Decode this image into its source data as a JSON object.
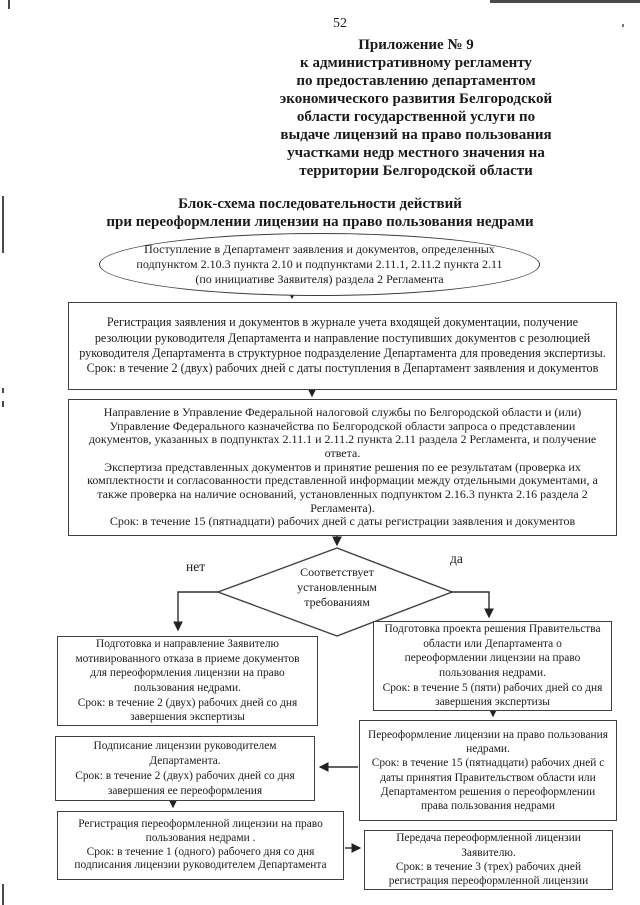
{
  "colors": {
    "paper": "#ffffff",
    "ink": "#1b1b1b",
    "line": "#2e2e2e",
    "border": "#3f3f3f"
  },
  "page": {
    "number": "52",
    "appendix": "Приложение № 9\nк административному регламенту\nпо предоставлению департаментом\nэкономического развития Белгородской\nобласти государственной услуги по\nвыдаче лицензий на право пользования\nучастками недр местного значения на\nтерритории Белгородской области",
    "title": "Блок-схема последовательности действий\nпри переоформлении лицензии на право пользования недрами"
  },
  "flow": {
    "start": "Поступление в Департамент заявления и документов, определенных подпунктом 2.10.3 пункта 2.10 и подпунктами 2.11.1, 2.11.2 пункта 2.11 (по инициативе Заявителя) раздела 2 Регламента",
    "registration": "Регистрация заявления и документов в журнале учета входящей документации, получение резолюции руководителя Департамента и направление поступивших документов с резолюцией руководителя Департамента в структурное подразделение Департамента для проведения экспертизы.\nСрок: в течение 2 (двух) рабочих дней с даты поступления в Департамент заявления и документов",
    "expertise": "Направление в Управление Федеральной налоговой службы по Белгородской области и (или) Управление Федерального казначейства по Белгородской области запроса о представлении документов, указанных в подпунктах 2.11.1 и 2.11.2 пункта 2.11 раздела 2 Регламента, и получение ответа.\nЭкспертиза представленных документов и принятие решения по ее результатам (проверка их комплектности и согласованности представленной информации между отдельными документами, а также проверка на наличие оснований, установленных подпунктом 2.16.3 пункта 2.16 раздела 2 Регламента).\nСрок: в течение 15 (пятнадцати) рабочих дней с даты регистрации заявления и документов",
    "decision": "Соответствует\nустановленным\nтребованиям",
    "label_no": "нет",
    "label_yes": "да",
    "refusal": "Подготовка и направление Заявителю мотивированного отказа в приеме документов для переоформления лицензии на право пользования недрами.\nСрок: в течение 2 (двух) рабочих дней со дня завершения экспертизы",
    "draft_decision": "Подготовка проекта решения Правительства области или Департамента о переоформлении лицензии на право пользования недрами.\nСрок: в течение 5 (пяти) рабочих дней со дня завершения экспертизы",
    "reissue": "Переоформление лицензии на право пользования недрами.\nСрок: в течение 15 (пятнадцати) рабочих дней с даты принятия Правительством области или Департаментом решения о переоформлении права пользования недрами",
    "signing": "Подписание лицензии руководителем Департамента.\nСрок: в течение 2 (двух) рабочих дней со дня завершения ее переоформления",
    "reissued_registration": "Регистрация переоформленной лицензии на право пользования недрами .\nСрок: в течение 1 (одного) рабочего дня со дня подписания лицензии руководителем Департамента",
    "transfer": "Передача переоформленной лицензии Заявителю.\nСрок: в течение 3 (трех) рабочих дней регистрация переоформленной лицензии"
  }
}
